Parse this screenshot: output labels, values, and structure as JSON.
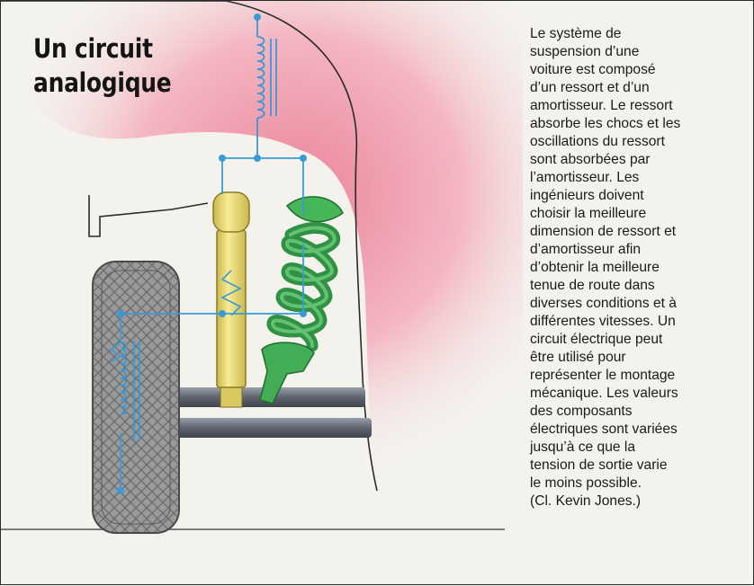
{
  "title": {
    "line1": "Un circuit",
    "line2": "analogique"
  },
  "caption": {
    "lines": [
      "Le système de",
      "suspension d’une",
      "voiture est composé",
      "d’un ressort et d’un",
      "amortisseur. Le ressort",
      "absorbe les chocs et les",
      "oscillations du ressort",
      "sont absorbées par",
      "l’amortisseur. Les",
      "ingénieurs doivent",
      "choisir la meilleure",
      "dimension de ressort et",
      "d’amortisseur afin",
      "d’obtenir la meilleure",
      "tenue de route dans",
      "diverses conditions et à",
      "différentes vitesses. Un",
      "circuit électrique peut",
      "être utilisé pour",
      "représenter le montage",
      "mécanique. Les valeurs",
      "des composants",
      "électriques sont variées",
      "jusqu’à ce que la",
      "tension de sortie varie",
      "le moins possible.",
      "(Cl. Kevin Jones.)"
    ]
  },
  "colors": {
    "circuit": "#3a9ad6",
    "body_pink": "#f2a0b0",
    "damper_yellow": "#f0e07a",
    "spring_green": "#3fae52",
    "tyre_gray": "#8f8f8f",
    "arm_gray": "#6e7280"
  }
}
